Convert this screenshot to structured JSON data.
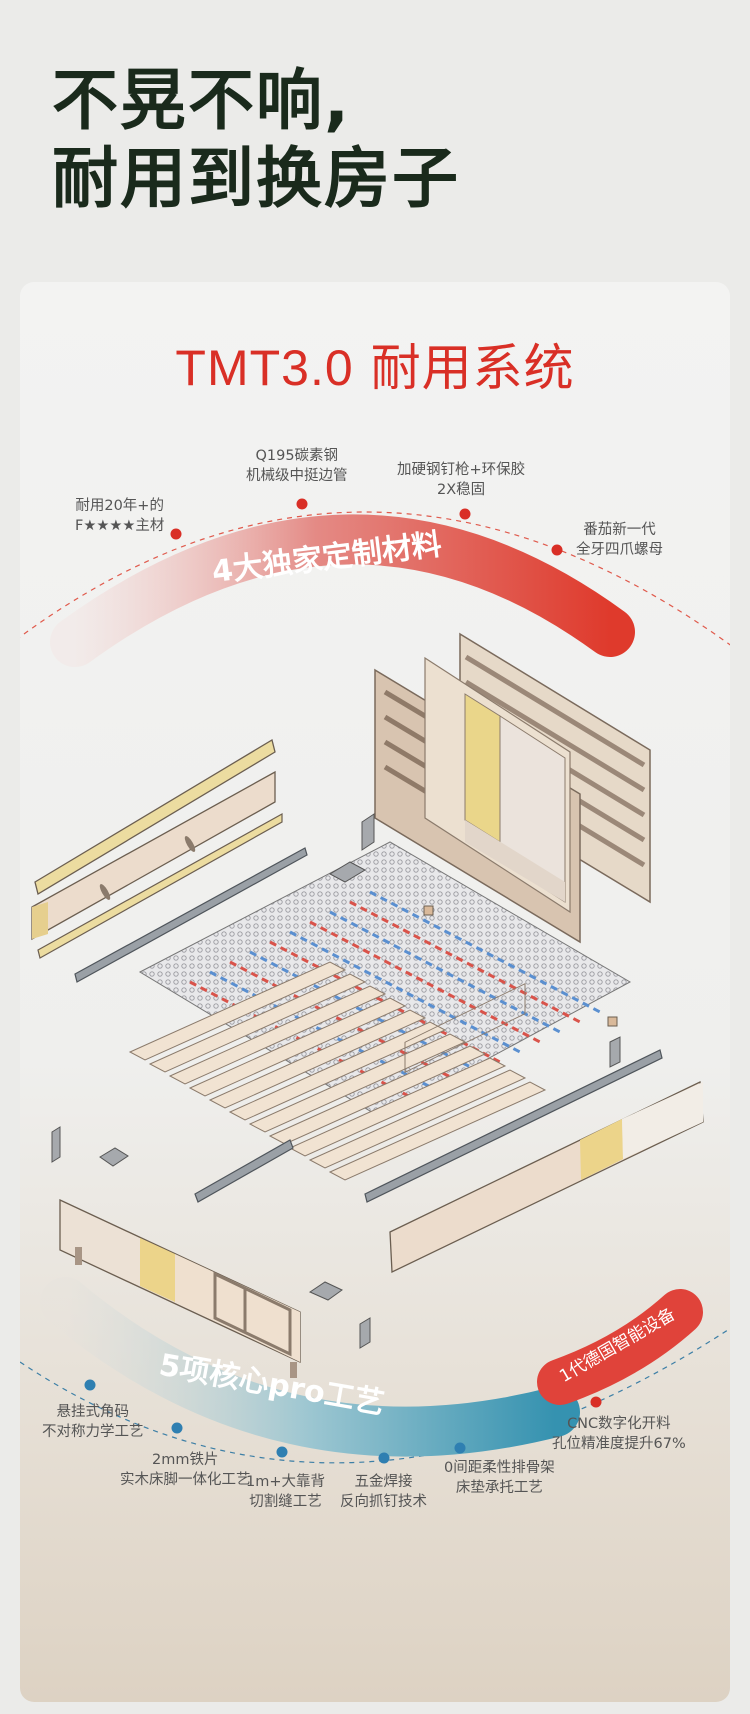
{
  "headline": {
    "line1": "不晃不响,",
    "line2": "耐用到换房子"
  },
  "system_title": {
    "latin": "TMT3.0",
    "cjk": "耐用系统"
  },
  "materials_banner": "4大独家定制材料",
  "materials": [
    {
      "line1": "耐用20年+的",
      "line2": "F★★★★主材"
    },
    {
      "line1": "Q195碳素钢",
      "line2": "机械级中挺边管"
    },
    {
      "line1": "加硬钢钉枪+环保胶",
      "line2": "2X稳固"
    },
    {
      "line1": "番茄新一代",
      "line2": "全牙四爪螺母"
    }
  ],
  "craft_banner": "5项核心pro工艺",
  "equipment_badge": "1代德国智能设备",
  "crafts": [
    {
      "line1": "悬挂式角码",
      "line2": "不对称力学工艺"
    },
    {
      "line1": "2mm铁片",
      "line2": "实木床脚一体化工艺"
    },
    {
      "line1": "1m+大靠背",
      "line2": "切割缝工艺"
    },
    {
      "line1": "五金焊接",
      "line2": "反向抓钉技术"
    },
    {
      "line1": "0间距柔性排骨架",
      "line2": "床垫承托工艺"
    },
    {
      "line1": "CNC数字化开料",
      "line2": "孔位精准度提升67%"
    }
  ],
  "colors": {
    "accent_red": "#d92f26",
    "accent_blue": "#3d9bb4",
    "headline": "#1a2a1c"
  }
}
